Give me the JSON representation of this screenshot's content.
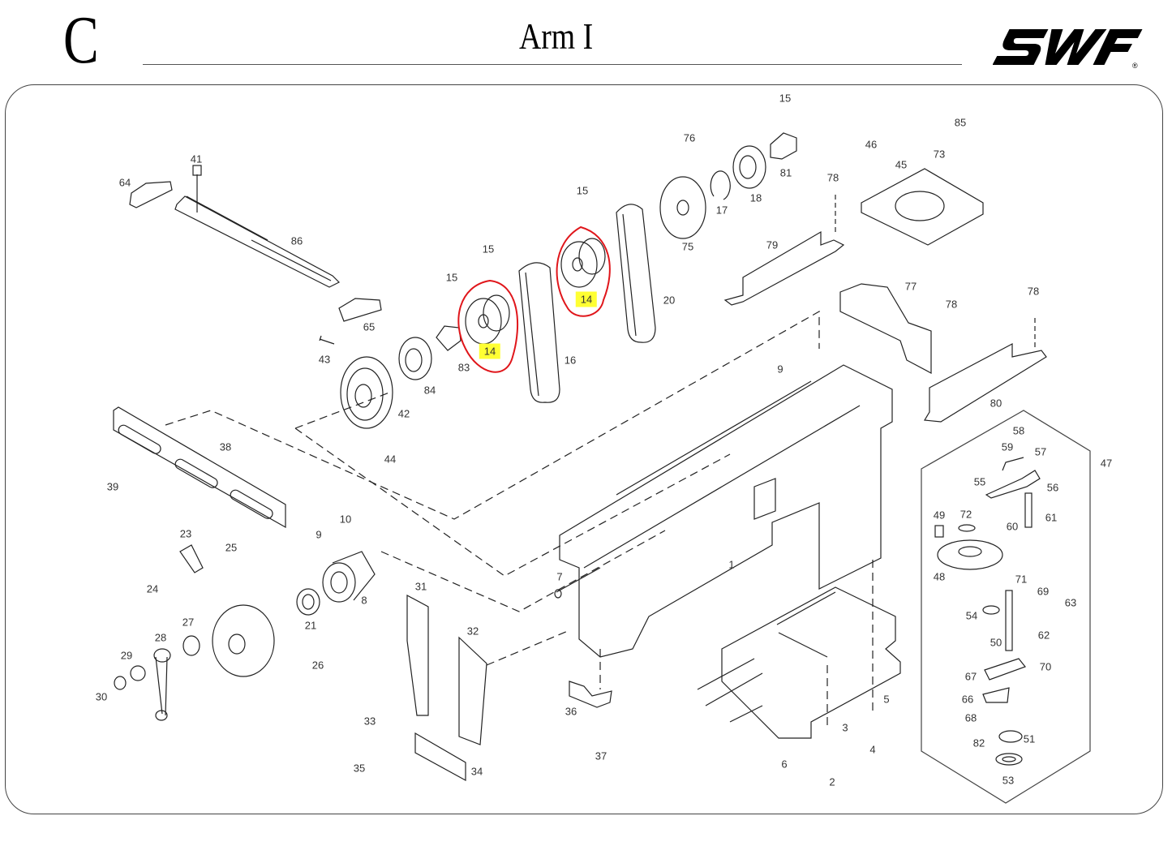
{
  "header": {
    "section_letter": "C",
    "title": "Arm I",
    "logo_text": "SWF",
    "logo_mark": "®"
  },
  "colors": {
    "highlight": "#ffff33",
    "annotation_circle": "#e0161b",
    "line": "#000000"
  },
  "highlighted_part": "14",
  "callouts": [
    {
      "id": "c41",
      "text": "41"
    },
    {
      "id": "c64",
      "text": "64"
    },
    {
      "id": "c86",
      "text": "86"
    },
    {
      "id": "c65",
      "text": "65"
    },
    {
      "id": "c43",
      "text": "43"
    },
    {
      "id": "c42",
      "text": "42"
    },
    {
      "id": "c84",
      "text": "84"
    },
    {
      "id": "c83",
      "text": "83"
    },
    {
      "id": "c44",
      "text": "44"
    },
    {
      "id": "c15a",
      "text": "15"
    },
    {
      "id": "c15b",
      "text": "15"
    },
    {
      "id": "c15c",
      "text": "15"
    },
    {
      "id": "c15d",
      "text": "15"
    },
    {
      "id": "c14a",
      "text": "14"
    },
    {
      "id": "c14b",
      "text": "14"
    },
    {
      "id": "c16",
      "text": "16"
    },
    {
      "id": "c20",
      "text": "20"
    },
    {
      "id": "c76",
      "text": "76"
    },
    {
      "id": "c75",
      "text": "75"
    },
    {
      "id": "c17",
      "text": "17"
    },
    {
      "id": "c18",
      "text": "18"
    },
    {
      "id": "c81",
      "text": "81"
    },
    {
      "id": "c78a",
      "text": "78"
    },
    {
      "id": "c79",
      "text": "79"
    },
    {
      "id": "c46",
      "text": "46"
    },
    {
      "id": "c45",
      "text": "45"
    },
    {
      "id": "c73",
      "text": "73"
    },
    {
      "id": "c85",
      "text": "85"
    },
    {
      "id": "c77",
      "text": "77"
    },
    {
      "id": "c78b",
      "text": "78"
    },
    {
      "id": "c78c",
      "text": "78"
    },
    {
      "id": "c80",
      "text": "80"
    },
    {
      "id": "c9a",
      "text": "9"
    },
    {
      "id": "c38",
      "text": "38"
    },
    {
      "id": "c39",
      "text": "39"
    },
    {
      "id": "c10",
      "text": "10"
    },
    {
      "id": "c9b",
      "text": "9"
    },
    {
      "id": "c23",
      "text": "23"
    },
    {
      "id": "c25",
      "text": "25"
    },
    {
      "id": "c24",
      "text": "24"
    },
    {
      "id": "c27",
      "text": "27"
    },
    {
      "id": "c28",
      "text": "28"
    },
    {
      "id": "c29",
      "text": "29"
    },
    {
      "id": "c30",
      "text": "30"
    },
    {
      "id": "c21",
      "text": "21"
    },
    {
      "id": "c8",
      "text": "8"
    },
    {
      "id": "c26",
      "text": "26"
    },
    {
      "id": "c7",
      "text": "7"
    },
    {
      "id": "c1",
      "text": "1"
    },
    {
      "id": "c31",
      "text": "31"
    },
    {
      "id": "c32",
      "text": "32"
    },
    {
      "id": "c33",
      "text": "33"
    },
    {
      "id": "c34",
      "text": "34"
    },
    {
      "id": "c35",
      "text": "35"
    },
    {
      "id": "c36",
      "text": "36"
    },
    {
      "id": "c37",
      "text": "37"
    },
    {
      "id": "c5",
      "text": "5"
    },
    {
      "id": "c3",
      "text": "3"
    },
    {
      "id": "c4",
      "text": "4"
    },
    {
      "id": "c6",
      "text": "6"
    },
    {
      "id": "c2",
      "text": "2"
    },
    {
      "id": "c47",
      "text": "47"
    },
    {
      "id": "c58",
      "text": "58"
    },
    {
      "id": "c59",
      "text": "59"
    },
    {
      "id": "c57",
      "text": "57"
    },
    {
      "id": "c55",
      "text": "55"
    },
    {
      "id": "c56",
      "text": "56"
    },
    {
      "id": "c61",
      "text": "61"
    },
    {
      "id": "c49",
      "text": "49"
    },
    {
      "id": "c72",
      "text": "72"
    },
    {
      "id": "c60",
      "text": "60"
    },
    {
      "id": "c48",
      "text": "48"
    },
    {
      "id": "c71",
      "text": "71"
    },
    {
      "id": "c69",
      "text": "69"
    },
    {
      "id": "c63",
      "text": "63"
    },
    {
      "id": "c54",
      "text": "54"
    },
    {
      "id": "c62",
      "text": "62"
    },
    {
      "id": "c50",
      "text": "50"
    },
    {
      "id": "c70",
      "text": "70"
    },
    {
      "id": "c67",
      "text": "67"
    },
    {
      "id": "c66",
      "text": "66"
    },
    {
      "id": "c68",
      "text": "68"
    },
    {
      "id": "c82",
      "text": "82"
    },
    {
      "id": "c51",
      "text": "51"
    },
    {
      "id": "c53",
      "text": "53"
    }
  ]
}
